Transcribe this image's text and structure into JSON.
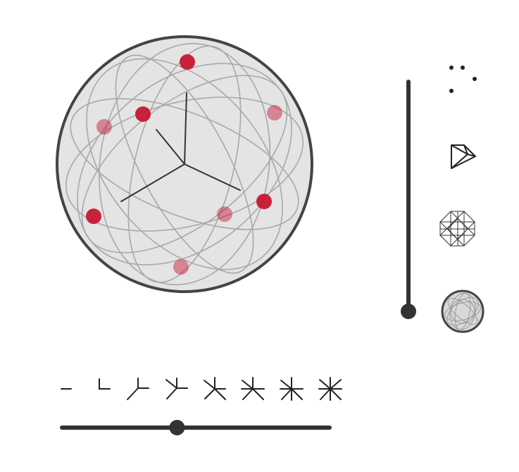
{
  "scene": {
    "sphere_fill": "#e4e4e4",
    "sphere_stroke": "#444444",
    "great_circle_color": "#a8a8a8",
    "axis_color": "#333333",
    "point_color": "#c8102e",
    "points": [
      {
        "id": "p1",
        "depth": "front"
      },
      {
        "id": "p2",
        "depth": "front"
      },
      {
        "id": "p3",
        "depth": "back"
      },
      {
        "id": "p4",
        "depth": "back"
      },
      {
        "id": "p5",
        "depth": "front"
      },
      {
        "id": "p6",
        "depth": "front"
      },
      {
        "id": "p7",
        "depth": "back"
      },
      {
        "id": "p8",
        "depth": "back"
      }
    ]
  },
  "vertical_slider": {
    "value_fraction": 0.0,
    "track_color": "#333333",
    "options": [
      {
        "name": "points"
      },
      {
        "name": "polyhedron"
      },
      {
        "name": "wireframe-polyhedron"
      },
      {
        "name": "sphere"
      }
    ]
  },
  "horizontal_slider": {
    "value_fraction": 0.43,
    "track_color": "#333333",
    "options": [
      {
        "name": "1-axis"
      },
      {
        "name": "2-axes"
      },
      {
        "name": "3-axes"
      },
      {
        "name": "4-axes"
      },
      {
        "name": "5-axes"
      },
      {
        "name": "6-axes"
      },
      {
        "name": "7-axes"
      },
      {
        "name": "8-axes"
      }
    ]
  }
}
